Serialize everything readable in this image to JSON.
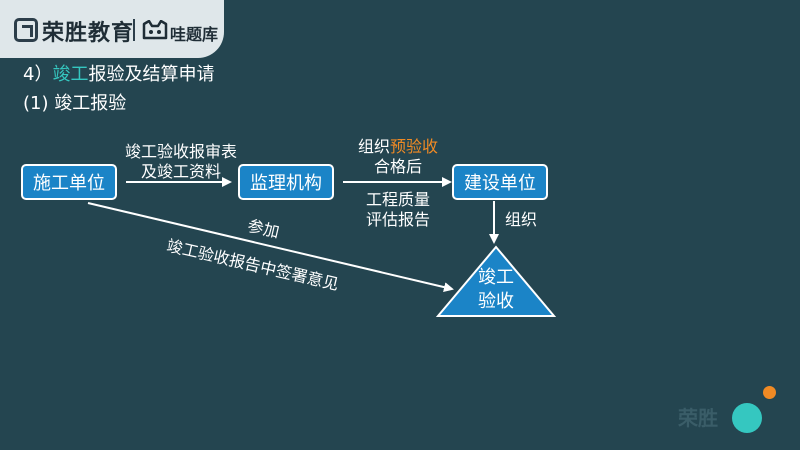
{
  "logo": {
    "brand": "荣胜教育",
    "sub": "哇题库"
  },
  "heading": {
    "prefix": "4）",
    "highlight": "竣工",
    "rest": "报验及结算申请"
  },
  "subheading": "(1) 竣工报验",
  "nodes": {
    "contractor": "施工单位",
    "supervisor": "监理机构",
    "owner": "建设单位",
    "acceptance_line1": "竣工",
    "acceptance_line2": "验收"
  },
  "edges": {
    "contractor_to_supervisor_line1": "竣工验收报审表",
    "contractor_to_supervisor_line2": "及竣工资料",
    "supervisor_to_owner_top_prefix": "组织",
    "supervisor_to_owner_top_highlight": "预验收",
    "supervisor_to_owner_top_line2": "合格后",
    "supervisor_to_owner_bottom_line1": "工程质量",
    "supervisor_to_owner_bottom_line2": "评估报告",
    "owner_to_acceptance": "组织",
    "contractor_to_acceptance_line1": "参加",
    "contractor_to_acceptance_line2": "竣工验收报告中签署意见"
  },
  "watermark": "荣胜",
  "colors": {
    "background": "#244550",
    "box": "#1b84c7",
    "accent_teal": "#35c7c0",
    "accent_orange": "#f08a24"
  }
}
